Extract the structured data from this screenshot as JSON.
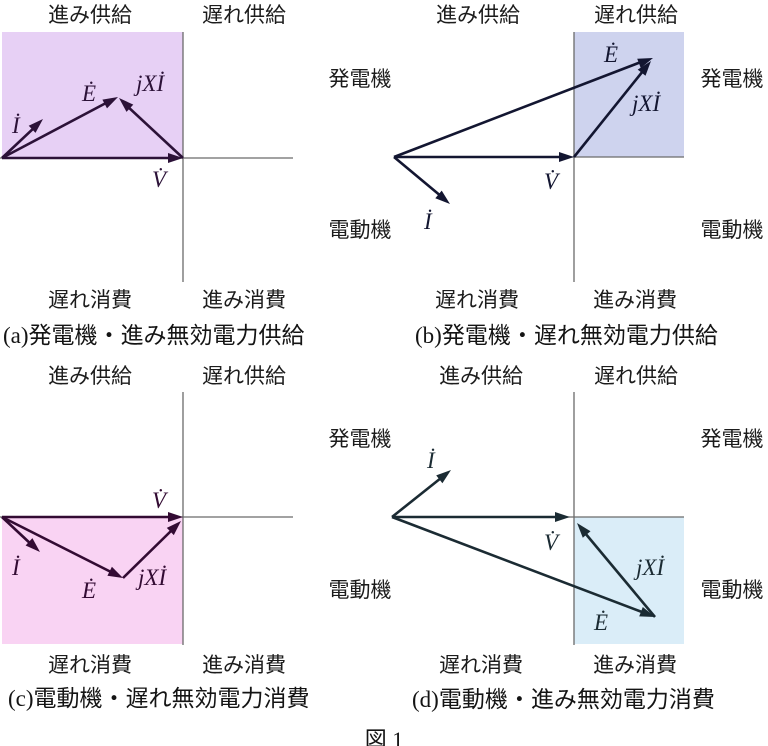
{
  "figure": {
    "caption": "図 1"
  },
  "colors": {
    "shade_a": "#e7d0f5",
    "shade_b": "#ced3ee",
    "shade_c": "#f9d3f3",
    "shade_d": "#daedf8",
    "vector_a": "#2c1238",
    "vector_b": "#131631",
    "vector_c": "#330b33",
    "vector_d": "#1b2b33",
    "axis": "#6b6b6b",
    "text": "#1c1c1c"
  },
  "quadrant_labels": {
    "top_left": "進み供給",
    "top_right": "遅れ供給",
    "right_top": "発電機",
    "right_bottom": "電動機",
    "bottom_left": "遅れ消費",
    "bottom_right": "進み消費"
  },
  "vector_labels": {
    "current": "İ",
    "emf": "Ė",
    "voltage": "V̇",
    "reactance_drop": "jXİ"
  },
  "panels": {
    "a": {
      "caption": "(a)発電機・進み無効電力供給"
    },
    "b": {
      "caption": "(b)発電機・遅れ無効電力供給"
    },
    "c": {
      "caption": "(c)電動機・遅れ無効電力消費"
    },
    "d": {
      "caption": "(d)電動機・進み無効電力消費"
    }
  }
}
